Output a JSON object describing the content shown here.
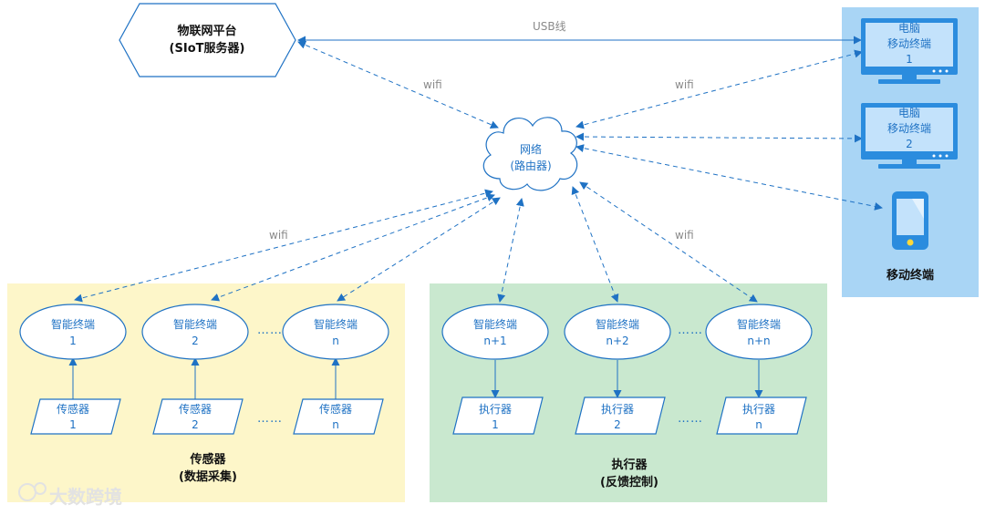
{
  "platform": {
    "line1": "物联网平台",
    "line2": "(SIoT服务器)"
  },
  "router": {
    "line1": "网络",
    "line2": "(路由器)"
  },
  "edge_labels": {
    "usb": "USB线",
    "wifi_platform": "wifi",
    "wifi_pc": "wifi",
    "wifi_sensors": "wifi",
    "wifi_actuators": "wifi"
  },
  "mobile_panel": {
    "title": "移动终端",
    "pc1": [
      "电脑",
      "移动终端",
      "1"
    ],
    "pc2": [
      "电脑",
      "移动终端",
      "2"
    ]
  },
  "sensor_panel": {
    "title_line1": "传感器",
    "title_line2": "(数据采集)",
    "terminals": [
      [
        "智能终端",
        "1"
      ],
      [
        "智能终端",
        "2"
      ],
      [
        "智能终端",
        "n"
      ]
    ],
    "sensors": [
      [
        "传感器",
        "1"
      ],
      [
        "传感器",
        "2"
      ],
      [
        "传感器",
        "n"
      ]
    ]
  },
  "actuator_panel": {
    "title_line1": "执行器",
    "title_line2": "(反馈控制)",
    "terminals": [
      [
        "智能终端",
        "n+1"
      ],
      [
        "智能终端",
        "n+2"
      ],
      [
        "智能终端",
        "n+n"
      ]
    ],
    "actuators": [
      [
        "执行器",
        "1"
      ],
      [
        "执行器",
        "2"
      ],
      [
        "执行器",
        "n"
      ]
    ]
  },
  "ellipsis": "……",
  "watermark": "大数跨境",
  "colors": {
    "line": "#1f72c4",
    "sensor_panel_bg": "#fdf6c9",
    "actuator_panel_bg": "#c9e8cf",
    "mobile_panel_bg": "#a9d5f5",
    "device_fill": "#2b8cde",
    "device_screen": "#c3e2fb"
  }
}
